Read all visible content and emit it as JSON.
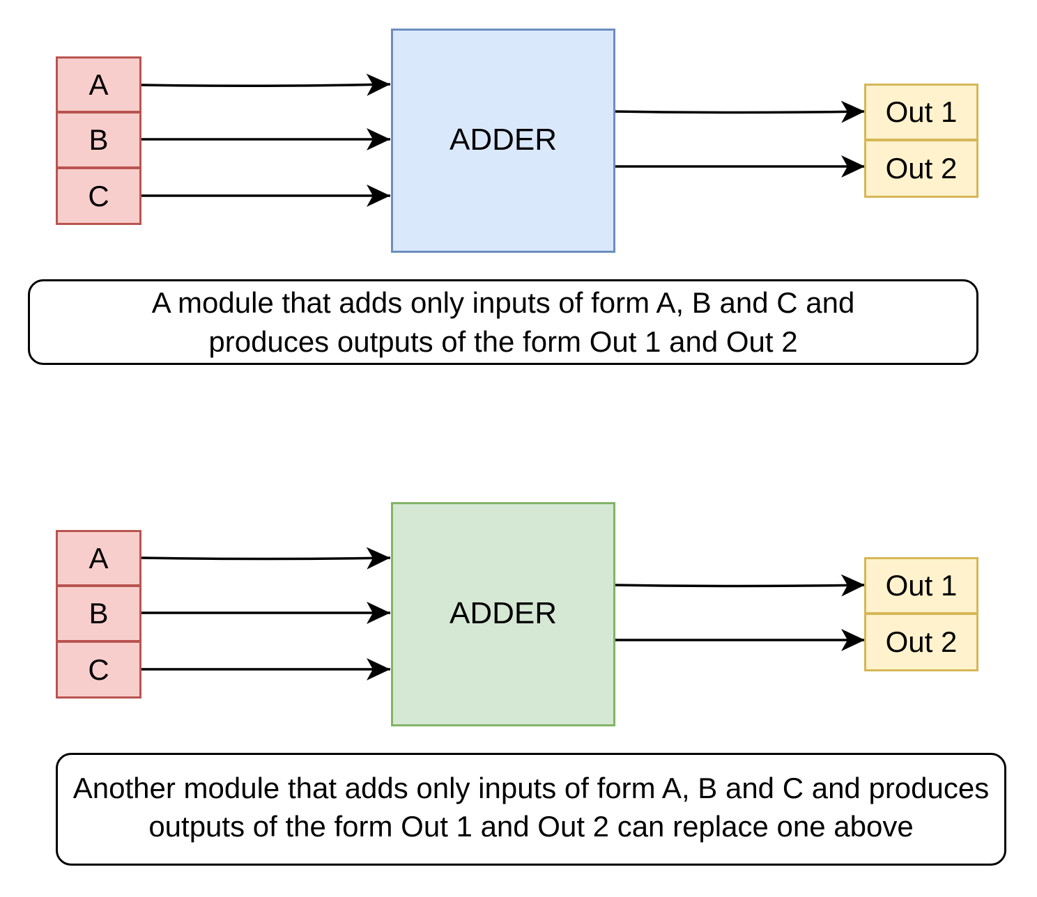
{
  "diagrams": [
    {
      "module": {
        "label": "ADDER",
        "fill": "#dae8fc",
        "stroke": "#6c8ebf"
      },
      "inputs": [
        "A",
        "B",
        "C"
      ],
      "outputs": [
        "Out 1",
        "Out 2"
      ],
      "caption": "A module that adds only inputs of form A, B and C and produces outputs of the form Out 1 and Out 2"
    },
    {
      "module": {
        "label": "ADDER",
        "fill": "#d5e8d4",
        "stroke": "#82b366"
      },
      "inputs": [
        "A",
        "B",
        "C"
      ],
      "outputs": [
        "Out 1",
        "Out 2"
      ],
      "caption": "Another module that adds only inputs of form A, B and C and produces outputs of the form Out 1 and Out 2 can replace one above"
    }
  ],
  "colors": {
    "input_fill": "#f8cecc",
    "input_stroke": "#b85450",
    "output_fill": "#fff2cc",
    "output_stroke": "#d6b656",
    "wire": "#000000"
  }
}
